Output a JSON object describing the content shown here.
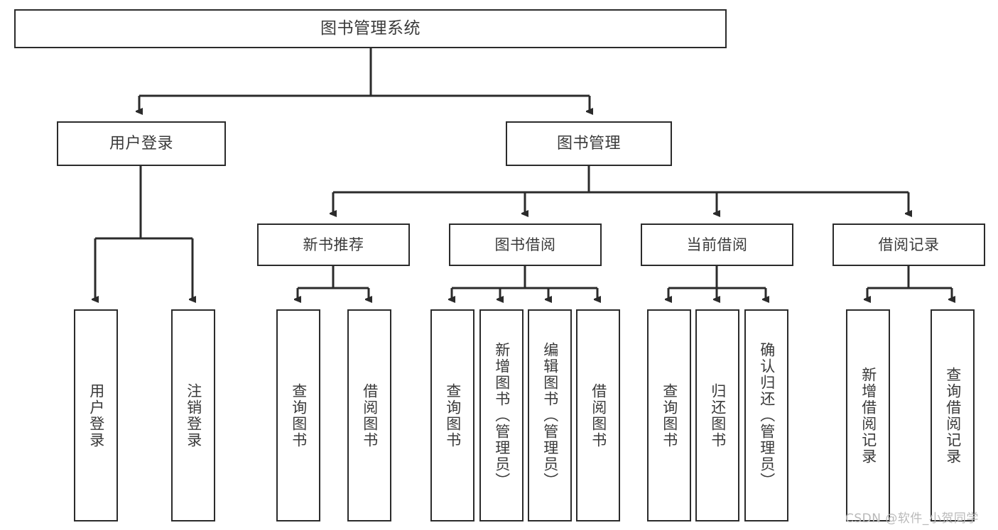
{
  "diagram": {
    "title": "图书管理系统",
    "type": "functional-structure-tree",
    "watermark": "CSDN @软件_小贺同学",
    "colors": {
      "box_border": "#2b2b2b",
      "box_fill": "#ffffff",
      "text": "#3a3a3a",
      "connector": "#2b2b2b",
      "watermark": "#b9b9b9",
      "canvas": "#ffffff"
    },
    "root": {
      "label": "图书管理系统"
    },
    "level1": [
      {
        "label": "用户登录"
      },
      {
        "label": "图书管理"
      }
    ],
    "level2": [
      {
        "label": "新书推荐"
      },
      {
        "label": "图书借阅"
      },
      {
        "label": "当前借阅"
      },
      {
        "label": "借阅记录"
      }
    ],
    "leaves": {
      "user_login": [
        {
          "label": "用户登录"
        },
        {
          "label": "注销登录"
        }
      ],
      "new_book_recommend": [
        {
          "label": "查询图书"
        },
        {
          "label": "借阅图书"
        }
      ],
      "book_borrow": [
        {
          "label": "查询图书"
        },
        {
          "label": "新增图书（管理员）"
        },
        {
          "label": "编辑图书（管理员）"
        },
        {
          "label": "借阅图书"
        }
      ],
      "current_borrow": [
        {
          "label": "查询图书"
        },
        {
          "label": "归还图书"
        },
        {
          "label": "确认归还（管理员）"
        }
      ],
      "borrow_record": [
        {
          "label": "新增借阅记录"
        },
        {
          "label": "查询借阅记录"
        }
      ]
    }
  }
}
